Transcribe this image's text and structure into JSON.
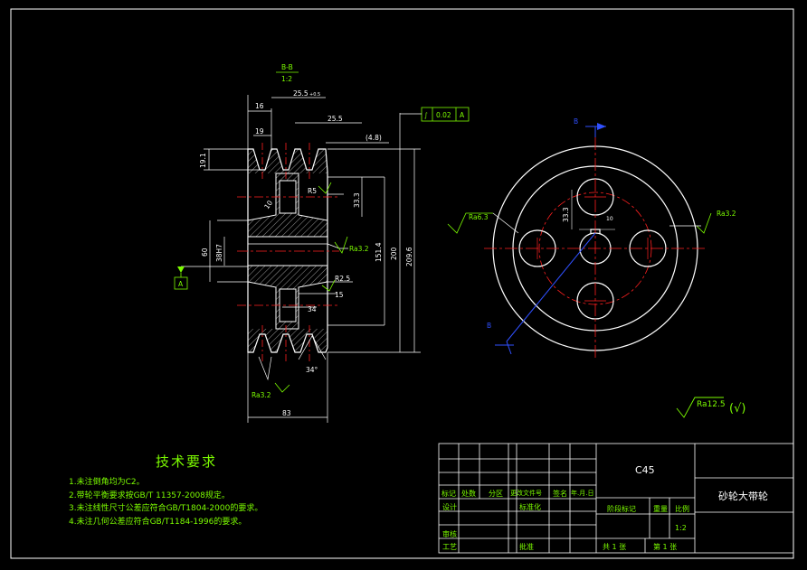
{
  "section_view": {
    "label": "B-B",
    "scale": "1:2"
  },
  "dims": {
    "d_25_5_top": "25.5",
    "d_25_5_tol": "+0.5",
    "d_25_5_b": "25.5",
    "d_16": "16",
    "d_19": "19",
    "d_4_8": "(4.8)",
    "d_19_1": "19.1",
    "d_r5": "R5",
    "d_33_3": "33.3",
    "d_60": "60",
    "d_38": "38H7",
    "d_151": "151.4",
    "d_200": "200",
    "d_209": "209.6",
    "d_r2_5": "R2.5",
    "d_15": "15",
    "d_34": "34",
    "d_34deg": "34°",
    "d_83": "83",
    "d_10": "10",
    "d_33_3_front": "33.3",
    "d_10_front": "10"
  },
  "datum": {
    "label": "A"
  },
  "gdt": {
    "symbol": "∫",
    "value": "0.02",
    "datum": "A"
  },
  "roughness": {
    "ra3_2_a": "Ra3.2",
    "ra3_2_b": "Ra3.2",
    "ra6_3": "Ra6.3",
    "ra3_2_c": "Ra3.2",
    "general": "Ra12.5",
    "general_suffix": "(√)"
  },
  "front_view": {
    "label_top": "B",
    "label_bottom": "B"
  },
  "tech_req": {
    "title": "技术要求",
    "items": [
      "1.未注倒角均为C2。",
      "2.带轮平衡要求按GB/T 11357-2008规定。",
      "3.未注线性尺寸公差应符合GB/T1804-2000的要求。",
      "4.未注几何公差应符合GB/T1184-1996的要求。"
    ]
  },
  "title_block": {
    "material": "C45",
    "part_name": "砂轮大带轮",
    "rev_headers": [
      "标记",
      "处数",
      "分区",
      "更改文件号",
      "签名",
      "年.月.日"
    ],
    "design": "设计",
    "standardize": "标准化",
    "review": "审核",
    "process": "工艺",
    "approve": "批准",
    "stage_mark": "阶段标记",
    "weight": "重量",
    "scale_label": "比例",
    "scale_value": "1:2",
    "sheets_total": "共 1 张",
    "sheet_no": "第 1 张"
  },
  "colors": {
    "line": "#ffffff",
    "dim": "#7CFC00",
    "center": "#ff2020",
    "section": "#3050ff"
  }
}
